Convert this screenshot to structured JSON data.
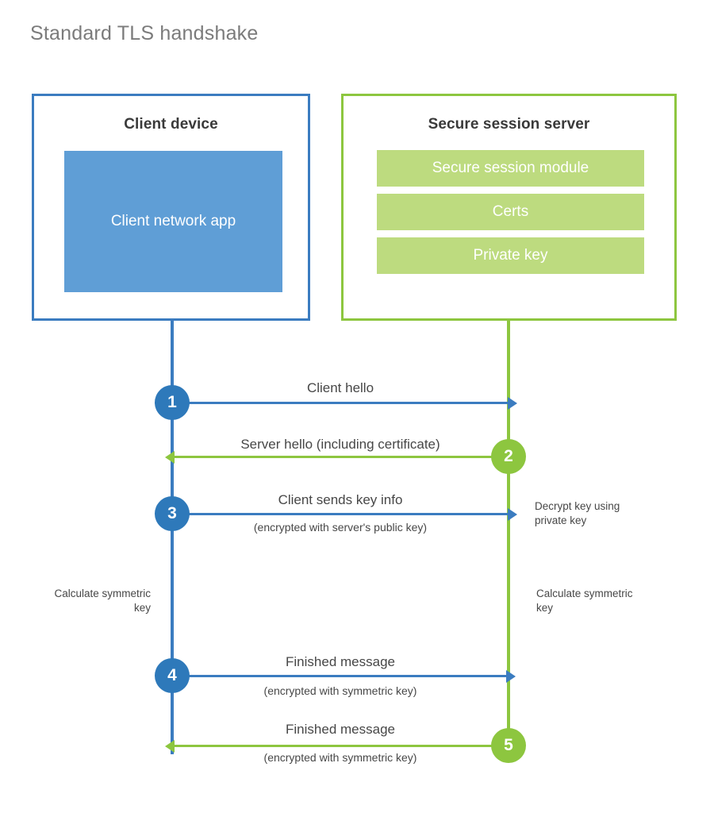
{
  "title": "Standard TLS handshake",
  "colors": {
    "client_blue": "#3b7cc0",
    "client_app_fill": "#5f9ed6",
    "server_green": "#8dc63f",
    "server_bar_fill": "#bddb7f",
    "step_blue": "#2e79ba",
    "title_gray": "#7b7b7b",
    "text_gray": "#474747"
  },
  "participants": {
    "client": {
      "title": "Client device",
      "app_label": "Client network app"
    },
    "server": {
      "title": "Secure session server",
      "components": [
        {
          "label": "Secure session module"
        },
        {
          "label": "Certs"
        },
        {
          "label": "Private key"
        }
      ]
    }
  },
  "steps": [
    {
      "number": "1",
      "side": "client",
      "direction": "right",
      "label": "Client hello",
      "sublabel": ""
    },
    {
      "number": "2",
      "side": "server",
      "direction": "left",
      "label": "Server hello (including certificate)",
      "sublabel": ""
    },
    {
      "number": "3",
      "side": "client",
      "direction": "right",
      "label": "Client sends key info",
      "sublabel": "(encrypted with server's public key)"
    },
    {
      "number": "4",
      "side": "client",
      "direction": "right",
      "label": "Finished message",
      "sublabel": "(encrypted with symmetric key)"
    },
    {
      "number": "5",
      "side": "server",
      "direction": "left",
      "label": "Finished message",
      "sublabel": "(encrypted with symmetric key)"
    }
  ],
  "annotations": {
    "decrypt_key": "Decrypt key using private key",
    "client_calculate": "Calculate symmetric key",
    "server_calculate": "Calculate symmetric key"
  }
}
